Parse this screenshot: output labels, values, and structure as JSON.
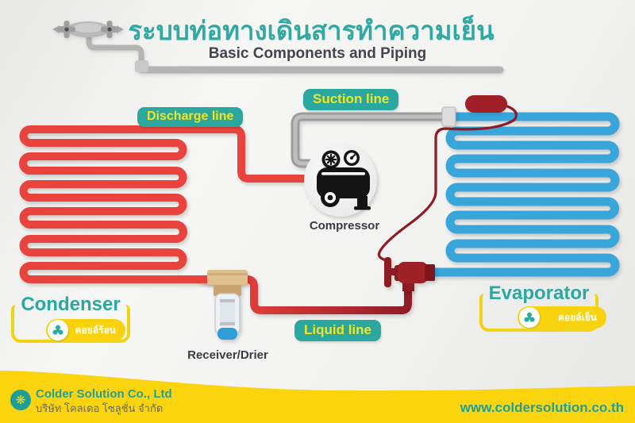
{
  "header": {
    "title_th": "ระบบท่อทางเดินสารทำความเย็น",
    "subtitle": "Basic Components and Piping"
  },
  "labels": {
    "discharge": "Discharge line",
    "suction": "Suction line",
    "liquid": "Liquid line"
  },
  "components": {
    "compressor": "Compressor",
    "receiver_drier": "Receiver/Drier",
    "condenser": {
      "name": "Condenser",
      "thai": "คอยล์ร้อน"
    },
    "evaporator": {
      "name": "Evaporator",
      "thai": "คอยล์เย็น"
    }
  },
  "icons": {
    "header_valve": "pipe-valve-icon",
    "compressor": "compressor-icon",
    "condenser_fan": "fan-icon",
    "evaporator_fan": "fan-icon",
    "logo": "colder-solution-logo",
    "logo_glyph": "❋"
  },
  "colors": {
    "teal": "#2aa79e",
    "title_teal": "#2fa9a3",
    "label_yellow": "#f4e41f",
    "hot_pipe_red": "#e8433c",
    "dark_red": "#9c1f27",
    "cold_pipe_blue": "#38a5db",
    "suction_gray": "#a6a6a6",
    "footer_yellow": "#fbd40e",
    "bracket_yellow": "#f2d313",
    "text_dark": "#3c3b43"
  },
  "footer": {
    "company_en": "Colder Solution Co., Ltd",
    "company_th": "บริษัท โคลเดอ โซลูชั่น จำกัด",
    "website": "www.coldersolution.co.th"
  }
}
